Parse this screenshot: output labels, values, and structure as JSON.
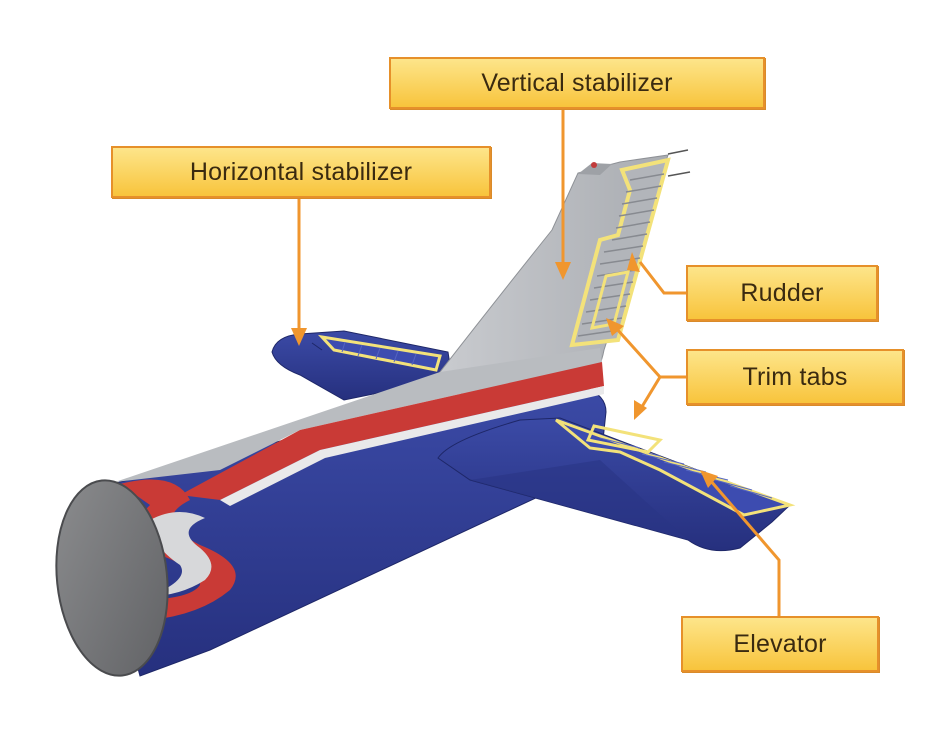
{
  "labels": {
    "vertical_stabilizer": "Vertical stabilizer",
    "horizontal_stabilizer": "Horizontal stabilizer",
    "rudder": "Rudder",
    "trim_tabs": "Trim tabs",
    "elevator": "Elevator"
  },
  "colors": {
    "label_fill": "#f8c43c",
    "label_border": "#e6902a",
    "leader_line": "#f0962e",
    "fuselage_blue": "#2f3e96",
    "stripe_red": "#c93a36",
    "fin_gray": "#b9bcc0",
    "outline_yellow": "#f3e27a"
  }
}
